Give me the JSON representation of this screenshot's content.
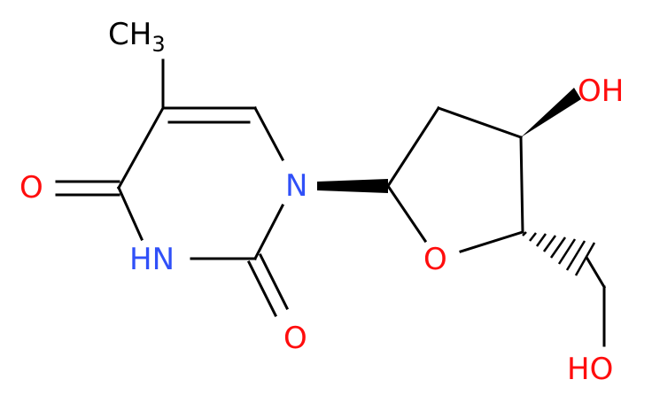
{
  "molecule": {
    "atoms": {
      "ch3": {
        "text": "CH",
        "sub": "3"
      },
      "n1": {
        "text": "N"
      },
      "nh": {
        "text": "HN"
      },
      "o_c4": {
        "text": "O"
      },
      "o_c2": {
        "text": "O"
      },
      "o_ring": {
        "text": "O"
      },
      "oh_3": {
        "text": "OH"
      },
      "oh_5": {
        "text": "HO"
      }
    },
    "colors": {
      "carbon_bond": "#000000",
      "oxygen": "#ff0d0d",
      "nitrogen": "#3050f8"
    }
  }
}
